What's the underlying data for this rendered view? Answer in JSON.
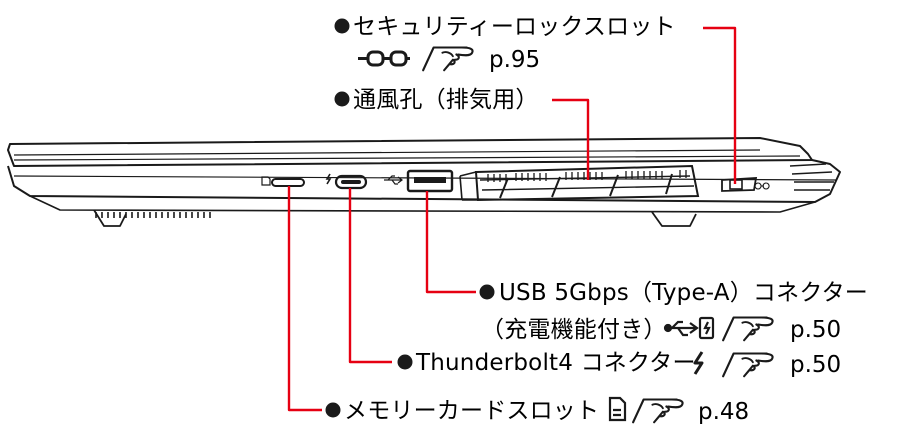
{
  "callouts": {
    "security_lock": {
      "label": "セキュリティーロックスロット",
      "page_ref": "p.95",
      "icon": "lock-slot-icon"
    },
    "vent": {
      "label": "通風孔（排気用）"
    },
    "usb": {
      "label_line1": "USB 5Gbps（Type-A）コネクター",
      "label_line2": "（充電機能付き）",
      "page_ref": "p.50",
      "icon": "usb-charge-icon"
    },
    "thunderbolt": {
      "label": "Thunderbolt4 コネクター",
      "page_ref": "p.50",
      "icon": "thunderbolt-icon"
    },
    "memory_card": {
      "label": "メモリーカードスロット",
      "page_ref": "p.48",
      "icon": "sd-card-icon"
    }
  },
  "reference_icon": "finger-pointer-icon",
  "colors": {
    "leader_line": "#e60012",
    "body_stroke": "#1a1a1a",
    "text": "#1a1a1a"
  }
}
